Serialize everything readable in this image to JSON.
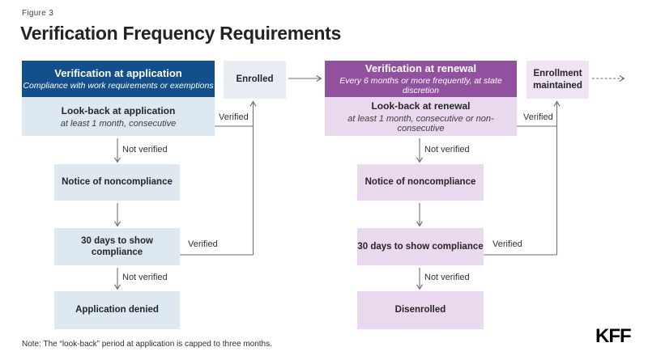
{
  "figure_label": "Figure 3",
  "title": "Verification Frequency Requirements",
  "labels": {
    "verified": "Verified",
    "not_verified": "Not verified"
  },
  "application_flow": {
    "header_title": "Verification at application",
    "header_subtitle": "Compliance with work requirements or exemptions",
    "lookback_title": "Look-back at application",
    "lookback_subtitle": "at least 1 month, consecutive",
    "notice": "Notice of noncompliance",
    "compliance_window": "30 days to show compliance",
    "outcome": "Application denied"
  },
  "renewal_flow": {
    "header_title": "Verification at renewal",
    "header_subtitle": "Every 6 months or more frequently, at state discretion",
    "lookback_title": "Look-back at renewal",
    "lookback_subtitle": "at least 1 month, consecutive or non-consecutive",
    "notice": "Notice of noncompliance",
    "compliance_window": "30 days to show compliance",
    "outcome": "Disenrolled"
  },
  "enrolled_box": "Enrolled",
  "enrollment_maintained_box": "Enrollment maintained",
  "note": "Note: The “look-back” period at application is capped to three months.",
  "logo": "KFF",
  "colors": {
    "application_header_bg": "#124f8c",
    "application_box_bg": "#dee8f1",
    "enrolled_bg": "#e8ecf3",
    "renewal_header_bg": "#92519f",
    "renewal_box_bg": "#ead9ee",
    "enrollment_maintained_bg": "#f0e3f3",
    "connector_stroke": "#6e6e6e"
  }
}
